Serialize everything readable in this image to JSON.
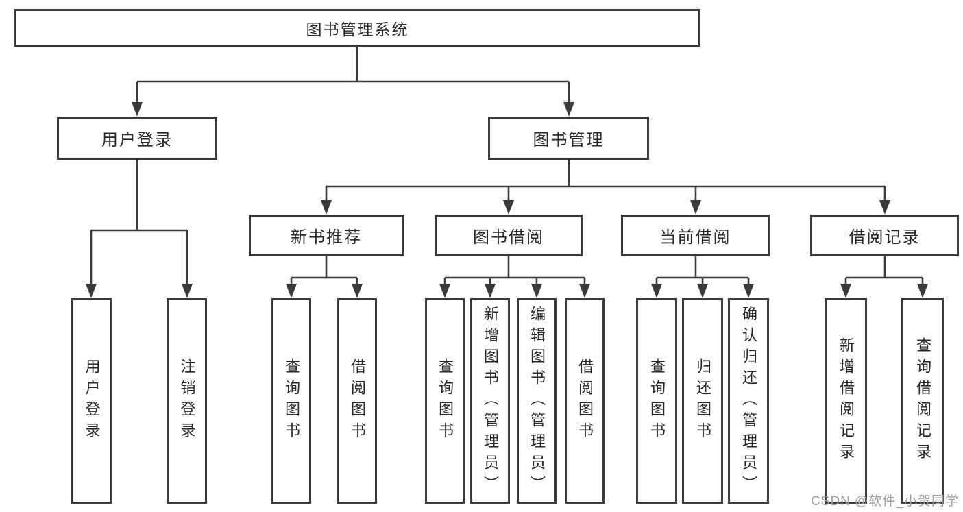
{
  "nodes": {
    "root": "图书管理系统",
    "user_login": "用户登录",
    "book_management": "图书管理",
    "new_book_recommend": "新书推荐",
    "book_borrowing": "图书借阅",
    "current_borrowing": "当前借阅",
    "borrowing_records": "借阅记录",
    "leaf_user_login": "用户登录",
    "leaf_logout": "注销登录",
    "leaf_query_books_a": "查询图书",
    "leaf_borrow_books_a": "借阅图书",
    "leaf_query_books_b": "查询图书",
    "leaf_add_book_admin": "新增图书（管理员）",
    "leaf_edit_book_admin": "编辑图书（管理员）",
    "leaf_borrow_books_b": "借阅图书",
    "leaf_query_books_c": "查询图书",
    "leaf_return_books": "归还图书",
    "leaf_confirm_return_admin": "确认归还（管理员）",
    "leaf_add_borrow_record": "新增借阅记录",
    "leaf_query_borrow_record": "查询借阅记录"
  },
  "hierarchy": {
    "root": "图书管理系统",
    "children": [
      {
        "label": "用户登录",
        "children": [
          "用户登录",
          "注销登录"
        ]
      },
      {
        "label": "图书管理",
        "children": [
          {
            "label": "新书推荐",
            "children": [
              "查询图书",
              "借阅图书"
            ]
          },
          {
            "label": "图书借阅",
            "children": [
              "查询图书",
              "新增图书（管理员）",
              "编辑图书（管理员）",
              "借阅图书"
            ]
          },
          {
            "label": "当前借阅",
            "children": [
              "查询图书",
              "归还图书",
              "确认归还（管理员）"
            ]
          },
          {
            "label": "借阅记录",
            "children": [
              "新增借阅记录",
              "查询借阅记录"
            ]
          }
        ]
      }
    ]
  },
  "watermark": "CSDN @软件_小贺同学",
  "colors": {
    "line": "#3a3a3a",
    "box_border": "#3a3a3a",
    "text": "#262626",
    "watermark": "#9c9c9c",
    "background": "#ffffff"
  }
}
